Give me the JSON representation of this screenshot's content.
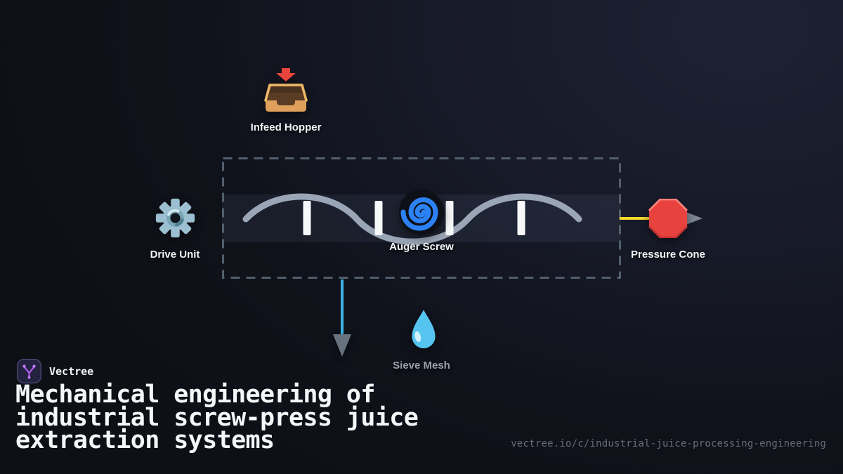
{
  "brand": {
    "name": "Vectree"
  },
  "title": {
    "line1": "Mechanical engineering of",
    "line2": "industrial screw-press juice",
    "line3": "extraction systems"
  },
  "footer": {
    "url": "vectree.io/c/industrial-juice-processing-engineering"
  },
  "diagram": {
    "nodes": [
      {
        "id": "infeed-hopper",
        "label": "Infeed Hopper",
        "icon": "inbox-tray-icon"
      },
      {
        "id": "drive-unit",
        "label": "Drive Unit",
        "icon": "gear-icon"
      },
      {
        "id": "auger-screw",
        "label": "Auger Screw",
        "icon": "cyclone-spiral-icon"
      },
      {
        "id": "pressure-cone",
        "label": "Pressure Cone",
        "icon": "stop-octagon-icon"
      },
      {
        "id": "sieve-mesh",
        "label": "Sieve Mesh",
        "icon": "water-droplet-icon"
      }
    ],
    "colors": {
      "background": "#10121b",
      "chamber_outline": "#525e6c",
      "chamber_band": "#1b202b",
      "auger_wave": "#9aa6b6",
      "flight_bar": "#f6f8fa",
      "spiral_blue": "#2c82f5",
      "gear_steel": "#9cc0d1",
      "hopper_orange": "#dfa05b",
      "hopper_interior_brown": "#5a3c24",
      "arrow_red": "#e8443b",
      "octagon_red": "#e8423e",
      "connector_yellow": "#f3d62c",
      "connector_blue": "#3cb4e8",
      "arrowhead_gray": "#7c8694",
      "droplet_blue": "#55c5ef",
      "label_white": "#f2f4f6",
      "label_gray": "#9aa1ab",
      "url_gray": "#666c78",
      "logo_purple": "#a95ce8"
    }
  }
}
